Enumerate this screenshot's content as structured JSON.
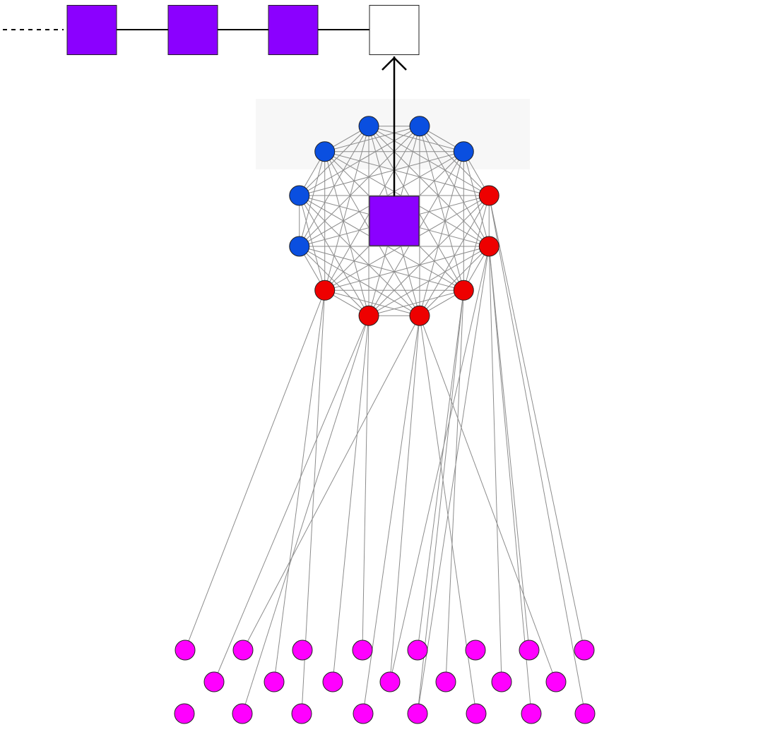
{
  "colors": {
    "background": "#ffffff",
    "sequence_token": "#8b00ff",
    "next_token": "#ffffff",
    "outline": "#222222",
    "connector": "#000000",
    "graph_edge": "#8c8c8c",
    "graph_backdrop": "#f7f7f7",
    "blue_node": "#0a4fe0",
    "red_node": "#ee0000",
    "magenta_node": "#ff00ff"
  },
  "sequence": {
    "tokens": [
      {
        "kind": "filled"
      },
      {
        "kind": "filled"
      },
      {
        "kind": "filled"
      },
      {
        "kind": "empty"
      }
    ],
    "leading_link": "dashed"
  },
  "graph": {
    "node_count": 12,
    "blue_nodes": 6,
    "red_nodes": 6,
    "fully_connected": true,
    "center_token": "filled"
  },
  "inputs": {
    "rows": 3,
    "per_row": [
      8,
      7,
      8
    ],
    "links": [
      [
        0,
        0,
        0
      ],
      [
        0,
        1,
        1
      ],
      [
        0,
        2,
        2
      ],
      [
        1,
        1,
        0
      ],
      [
        1,
        2,
        1
      ],
      [
        1,
        1,
        2
      ],
      [
        1,
        0,
        3
      ],
      [
        2,
        0,
        1
      ],
      [
        2,
        1,
        3
      ],
      [
        2,
        2,
        3
      ],
      [
        2,
        1,
        6
      ],
      [
        2,
        2,
        5
      ],
      [
        3,
        0,
        4
      ],
      [
        3,
        1,
        4
      ],
      [
        3,
        2,
        4
      ],
      [
        4,
        2,
        4
      ],
      [
        4,
        0,
        6
      ],
      [
        4,
        1,
        5
      ],
      [
        4,
        2,
        6
      ],
      [
        4,
        1,
        3
      ],
      [
        5,
        0,
        7
      ],
      [
        5,
        2,
        7
      ]
    ]
  }
}
